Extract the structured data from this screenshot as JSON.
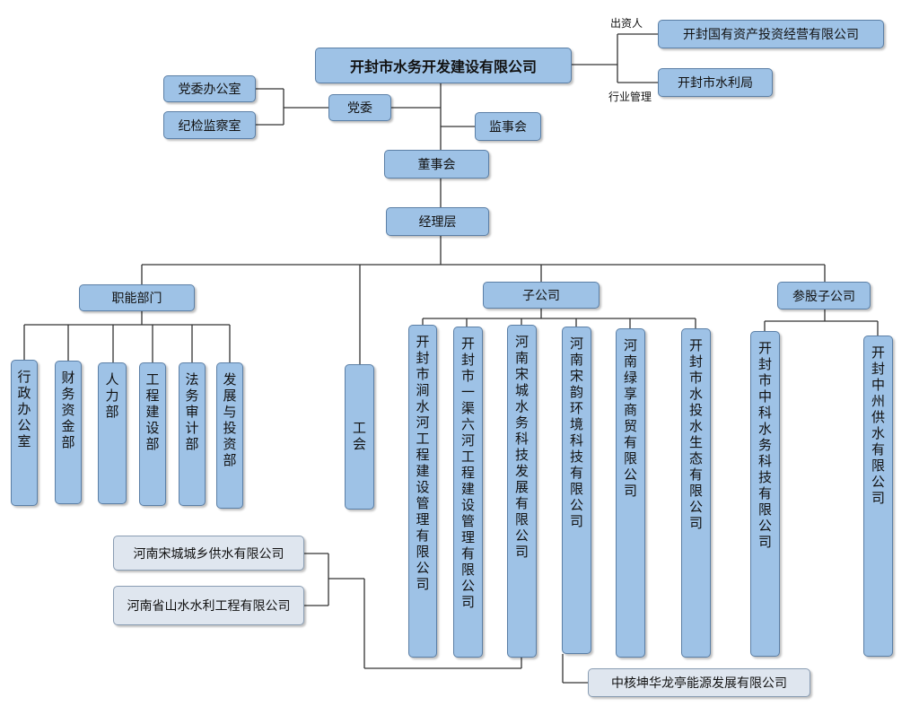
{
  "top": {
    "company": "开封市水务开发建设有限公司",
    "investor_label": "出资人",
    "investor": "开封国有资产投资经营有限公司",
    "industry_label": "行业管理",
    "industry_regulator": "开封市水利局"
  },
  "party": {
    "committee": "党委",
    "office": "党委办公室",
    "discipline": "纪检监察室"
  },
  "supervisory": "监事会",
  "board": "董事会",
  "management": "经理层",
  "functional": {
    "title": "职能部门",
    "depts": [
      "行政办公室",
      "财务资金部",
      "人力部",
      "工程建设部",
      "法务审计部",
      "发展与投资部"
    ]
  },
  "union": "工会",
  "subsidiaries": {
    "title": "子公司",
    "items": [
      "开封市涧水河工程建设管理有限公司",
      "开封市一渠六河工程建设管理有限公司",
      "河南宋城水务科技发展有限公司",
      "河南宋韵环境科技有限公司",
      "河南绿享商贸有限公司",
      "开封市水投水生态有限公司"
    ],
    "sub_under_songcheng": [
      "河南宋城城乡供水有限公司",
      "河南省山水水利工程有限公司"
    ],
    "sub_under_songyun": "中核坤华龙亭能源发展有限公司"
  },
  "equity": {
    "title": "参股子公司",
    "items": [
      "开封市中科水务科技有限公司",
      "开封中州供水有限公司"
    ]
  }
}
